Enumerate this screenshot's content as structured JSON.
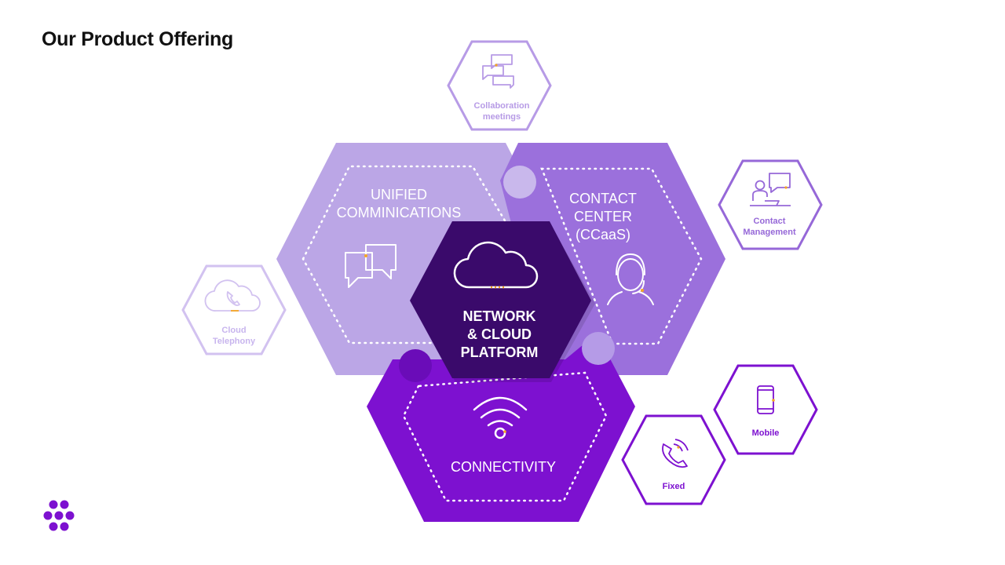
{
  "title": "Our Product Offering",
  "colors": {
    "light_lavender": "#bba6e6",
    "mid_purple": "#9b70dc",
    "deep_purple": "#7d11d0",
    "center_dark": "#3a0a6b",
    "accent_orange": "#f5a623",
    "small_collab": "#b79be6",
    "small_contact": "#9668d8",
    "small_cloud": "#d2c2f0",
    "small_fixed_mobile": "#7d11d0"
  },
  "hexagons": {
    "unified": {
      "lines": [
        "UNIFIED",
        "COMMINICATIONS"
      ],
      "icon": "chat-bubbles-icon"
    },
    "contact_center": {
      "lines": [
        "CONTACT",
        "CENTER",
        "(CCaaS)"
      ],
      "icon": "headset-agent-icon"
    },
    "network": {
      "lines": [
        "NETWORK",
        "& CLOUD",
        "PLATFORM"
      ],
      "icon": "cloud-icon"
    },
    "connectivity": {
      "lines": [
        "CONNECTIVITY"
      ],
      "icon": "wifi-icon"
    }
  },
  "satellites": {
    "collaboration": {
      "lines": [
        "Collaboration",
        "meetings"
      ],
      "icon": "chat-messages-icon"
    },
    "contact_management": {
      "lines": [
        "Contact",
        "Management"
      ],
      "icon": "agent-chat-icon"
    },
    "cloud_telephony": {
      "lines": [
        "Cloud",
        "Telephony"
      ],
      "icon": "cloud-phone-icon"
    },
    "mobile": {
      "lines": [
        "Mobile"
      ],
      "icon": "mobile-phone-icon"
    },
    "fixed": {
      "lines": [
        "Fixed"
      ],
      "icon": "phone-handset-icon"
    }
  },
  "logo": {
    "icon": "dots-logo-icon"
  }
}
